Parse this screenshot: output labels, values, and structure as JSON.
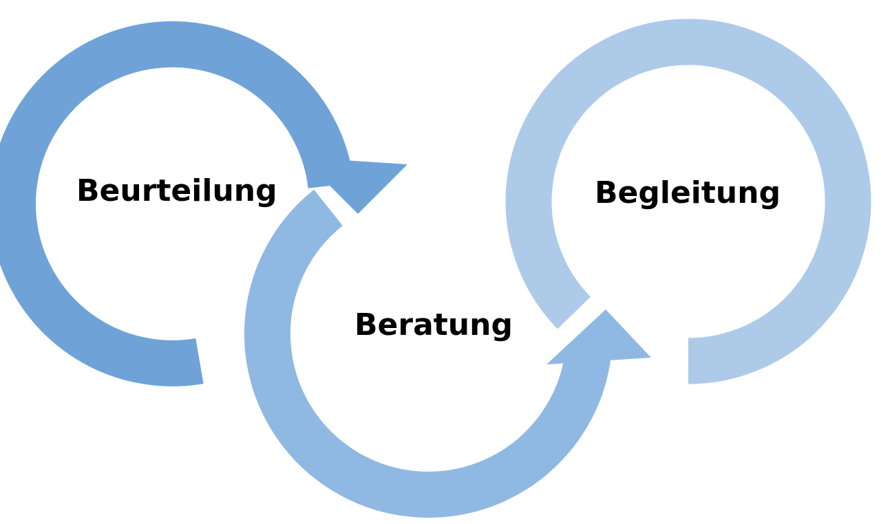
{
  "stages": [
    {
      "label": "Beurteilung",
      "color": "#6fa3d8"
    },
    {
      "label": "Beratung",
      "color": "#8fb9e2"
    },
    {
      "label": "Begleitung",
      "color": "#adcae9"
    }
  ]
}
